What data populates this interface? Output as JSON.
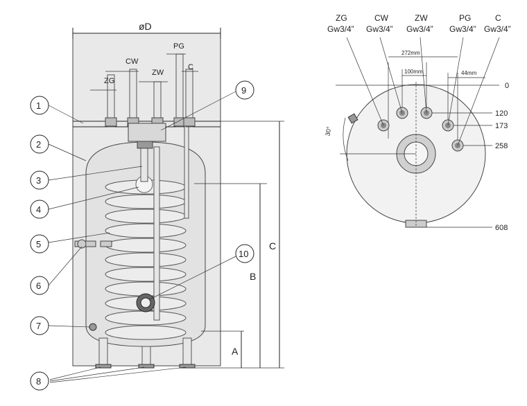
{
  "side_view": {
    "dimension_top": "øD",
    "connection_labels": {
      "pg": "PG",
      "cw": "CW",
      "zw": "ZW",
      "c": "C",
      "zg": "ZG"
    },
    "callouts": [
      "1",
      "2",
      "3",
      "4",
      "5",
      "6",
      "7",
      "8",
      "9",
      "10"
    ],
    "dimension_a": "A",
    "dimension_b": "B",
    "dimension_c": "C"
  },
  "top_view": {
    "connections": [
      {
        "code": "ZG",
        "thread": "Gw3/4”"
      },
      {
        "code": "CW",
        "thread": "Gw3/4”"
      },
      {
        "code": "ZW",
        "thread": "Gw3/4”"
      },
      {
        "code": "PG",
        "thread": "Gw3/4”"
      },
      {
        "code": "C",
        "thread": "Gw3/4”"
      }
    ],
    "dim_272": "272mm",
    "dim_100": "100mm",
    "dim_44": "44mm",
    "angle": "30°",
    "levels": [
      "0",
      "120",
      "173",
      "258",
      "608"
    ]
  }
}
